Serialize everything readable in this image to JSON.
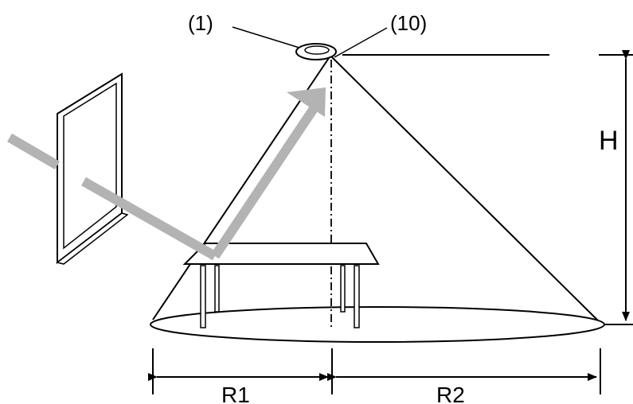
{
  "diagram": {
    "labels": {
      "sensor": "(1)",
      "lens": "(10)",
      "height": "H",
      "radius_left": "R1",
      "radius_right": "R2"
    },
    "colors": {
      "line": "#000000",
      "light_ray": "#b3b3b3",
      "background": "#ffffff"
    }
  }
}
